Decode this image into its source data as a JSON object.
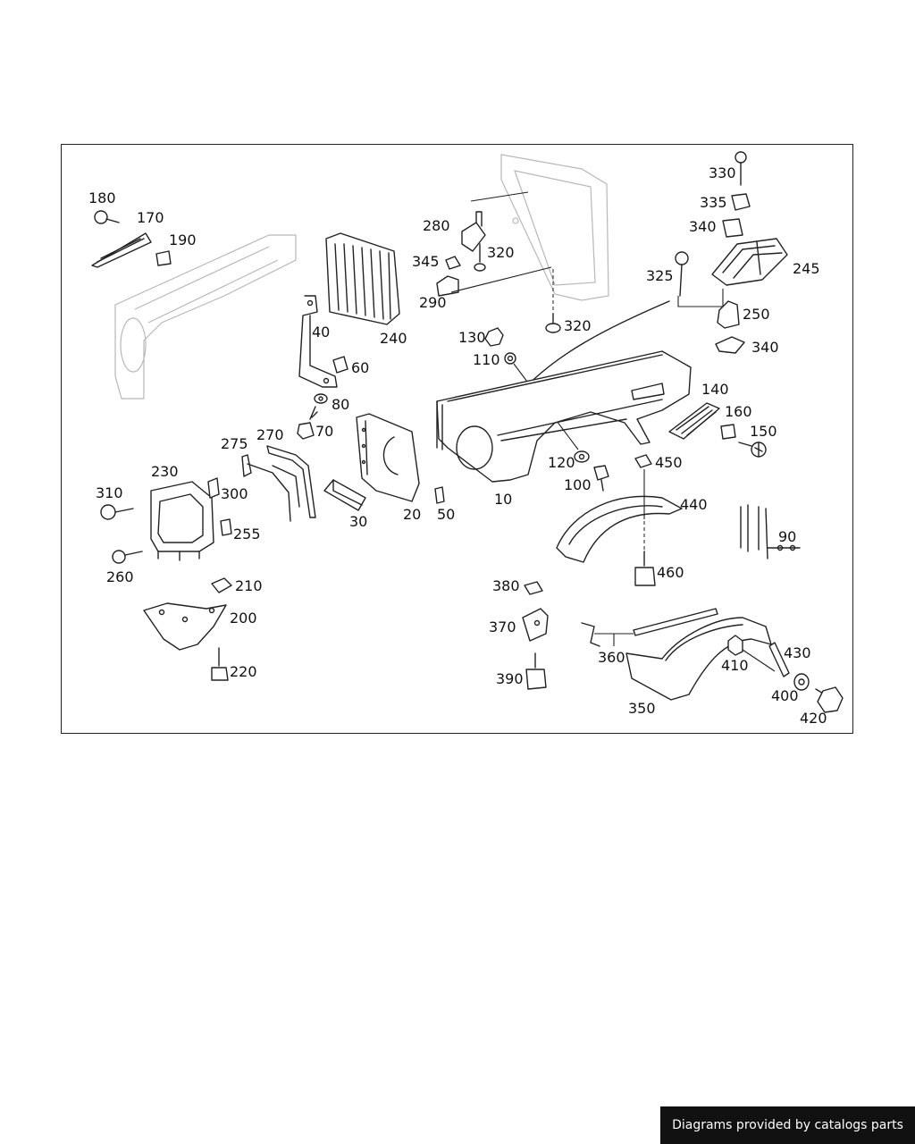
{
  "diagram": {
    "part_numbers": [
      "180",
      "170",
      "190",
      "280",
      "320",
      "345",
      "290",
      "320",
      "330",
      "335",
      "340",
      "325",
      "245",
      "250",
      "340",
      "40",
      "240",
      "60",
      "130",
      "110",
      "80",
      "70",
      "140",
      "160",
      "150",
      "275",
      "270",
      "230",
      "300",
      "310",
      "255",
      "260",
      "30",
      "20",
      "50",
      "10",
      "120",
      "100",
      "450",
      "440",
      "90",
      "210",
      "200",
      "220",
      "380",
      "370",
      "390",
      "360",
      "410",
      "430",
      "400",
      "420",
      "350",
      "460"
    ]
  },
  "footer": {
    "credit": "Diagrams provided by catalogs parts"
  }
}
